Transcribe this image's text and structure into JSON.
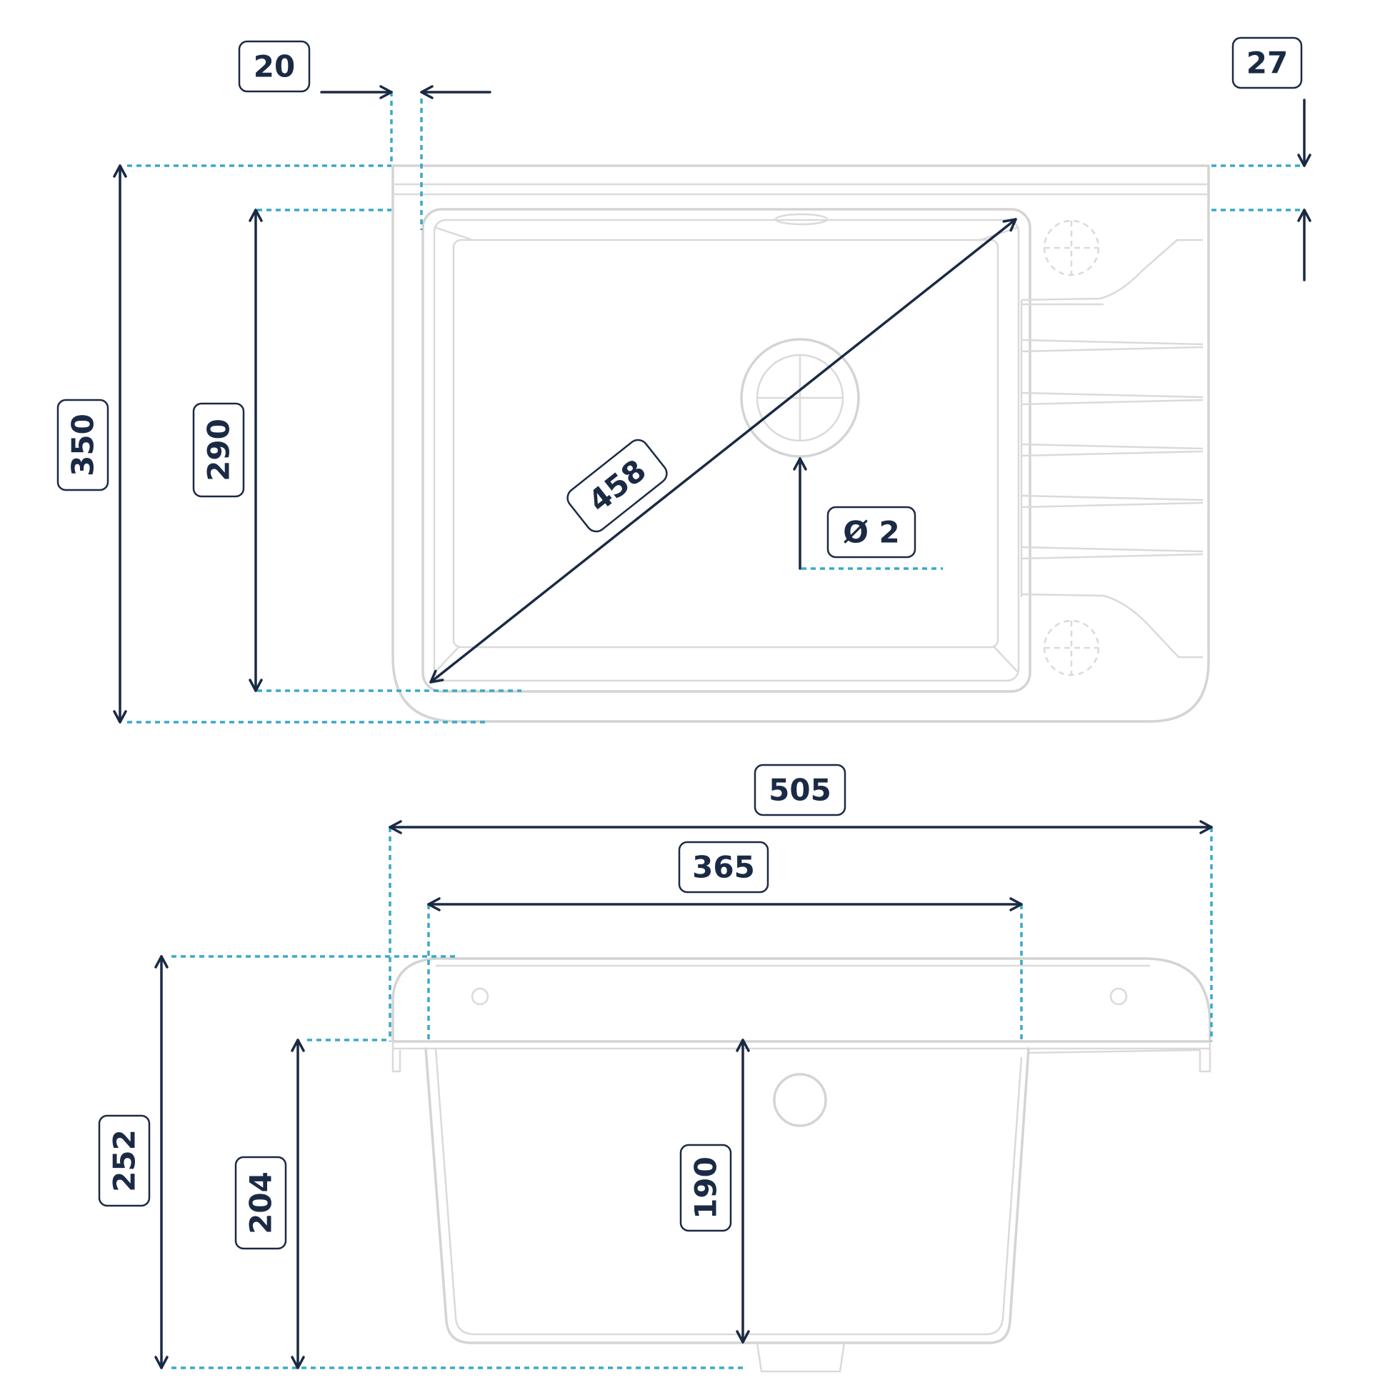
{
  "dimensions": {
    "rim_offset": "20",
    "rim_height": "27",
    "overall_depth": "350",
    "bowl_depth": "290",
    "bowl_diagonal": "458",
    "drain_diameter": "Ø 2",
    "overall_width": "505",
    "bowl_width": "365",
    "overall_height": "252",
    "body_height": "204",
    "bowl_height": "190"
  },
  "colors": {
    "dimension_line": "#1b2a44",
    "extension_line": "#3aa8c9",
    "sink_outline": "#d4d4d4"
  }
}
